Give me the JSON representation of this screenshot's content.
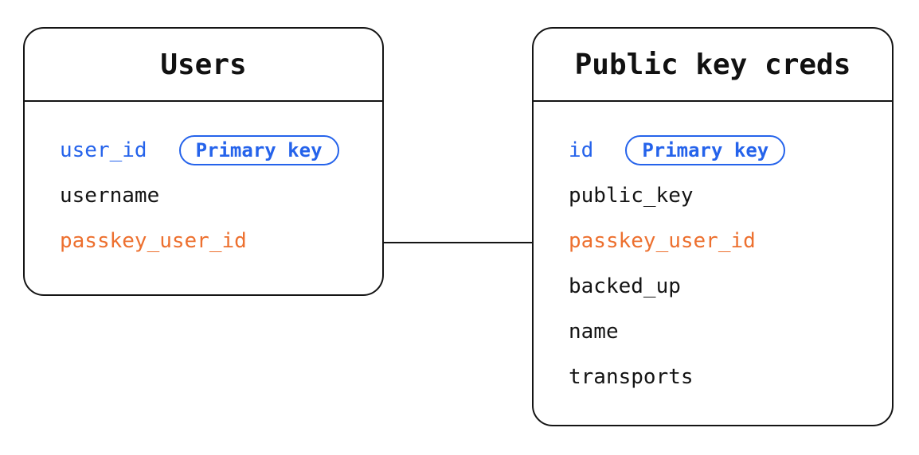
{
  "diagram": {
    "tables": [
      {
        "title": "Users",
        "fields": [
          {
            "name": "user_id",
            "badge": "Primary key",
            "role": "primary-key"
          },
          {
            "name": "username",
            "role": "column"
          },
          {
            "name": "passkey_user_id",
            "role": "foreign-key"
          }
        ]
      },
      {
        "title": "Public key creds",
        "fields": [
          {
            "name": "id",
            "badge": "Primary key",
            "role": "primary-key"
          },
          {
            "name": "public_key",
            "role": "column"
          },
          {
            "name": "passkey_user_id",
            "role": "foreign-key"
          },
          {
            "name": "backed_up",
            "role": "column"
          },
          {
            "name": "name",
            "role": "column"
          },
          {
            "name": "transports",
            "role": "column"
          }
        ]
      }
    ],
    "relationship": {
      "from": "Users.passkey_user_id",
      "to": "Public key creds.passkey_user_id"
    },
    "colors": {
      "primary_key_blue": "#2563eb",
      "foreign_key_orange": "#ed702f",
      "stroke": "#141414",
      "background": "#ffffff"
    }
  }
}
